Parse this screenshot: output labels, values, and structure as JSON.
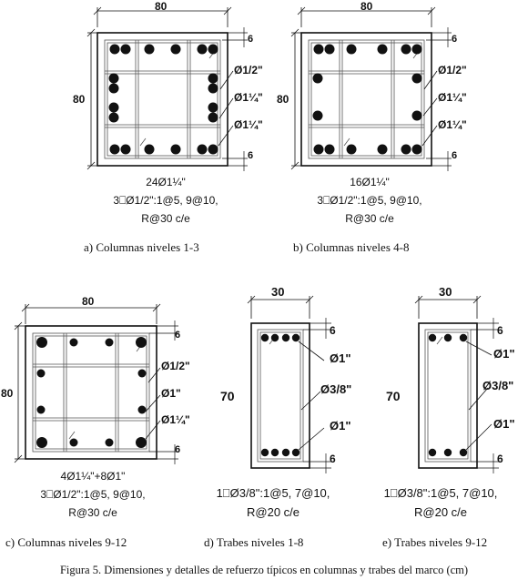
{
  "figure_caption": "Figura 5.  Dimensiones y detalles de refuerzo típicos en columnas y trabes del marco (cm)",
  "sections": [
    {
      "id": "a",
      "caption": "a)   Columnas niveles 1-3",
      "dim_top": "80",
      "dim_left": "80",
      "dim_cover_top": "6",
      "dim_cover_bottom": "6",
      "callouts": [
        "Ø1/2\"",
        "Ø1¼\"",
        "Ø1¼\""
      ],
      "spec_lines": [
        "24Ø1¼\"",
        "3⎕Ø1/2\":1@5, 9@10,",
        "R@30 c/e"
      ]
    },
    {
      "id": "b",
      "caption": "b) Columnas niveles 4-8",
      "dim_top": "80",
      "dim_left": "80",
      "dim_cover_top": "6",
      "dim_cover_bottom": "6",
      "callouts": [
        "Ø1/2\"",
        "Ø1¼\"",
        "Ø1¼\""
      ],
      "spec_lines": [
        "16Ø1¼\"",
        "3⎕Ø1/2\":1@5, 9@10,",
        "R@30 c/e"
      ]
    },
    {
      "id": "c",
      "caption": "c) Columnas niveles 9-12",
      "dim_top": "80",
      "dim_left": "80",
      "dim_cover_top": "6",
      "dim_cover_bottom": "6",
      "callouts": [
        "Ø1/2\"",
        "Ø1\"",
        "Ø1¼\""
      ],
      "spec_lines": [
        "4Ø1¼\"+8Ø1\"",
        "3⎕Ø1/2\":1@5, 9@10,",
        "R@30 c/e"
      ]
    },
    {
      "id": "d",
      "caption": "d) Trabes niveles 1-8",
      "dim_top": "30",
      "dim_left": "70",
      "dim_cover_top": "6",
      "dim_cover_bottom": "6",
      "callouts": [
        "Ø1\"",
        "Ø3/8\"",
        "Ø1\""
      ],
      "spec_lines": [
        "1⎕Ø3/8\":1@5, 7@10,",
        "R@20 c/e"
      ]
    },
    {
      "id": "e",
      "caption": "e) Trabes niveles 9-12",
      "dim_top": "30",
      "dim_left": "70",
      "dim_cover_top": "6",
      "dim_cover_bottom": "6",
      "callouts": [
        "Ø1\"",
        "Ø3/8\"",
        "Ø1\""
      ],
      "spec_lines": [
        "1⎕Ø3/8\":1@5, 7@10,",
        "R@20 c/e"
      ]
    }
  ]
}
